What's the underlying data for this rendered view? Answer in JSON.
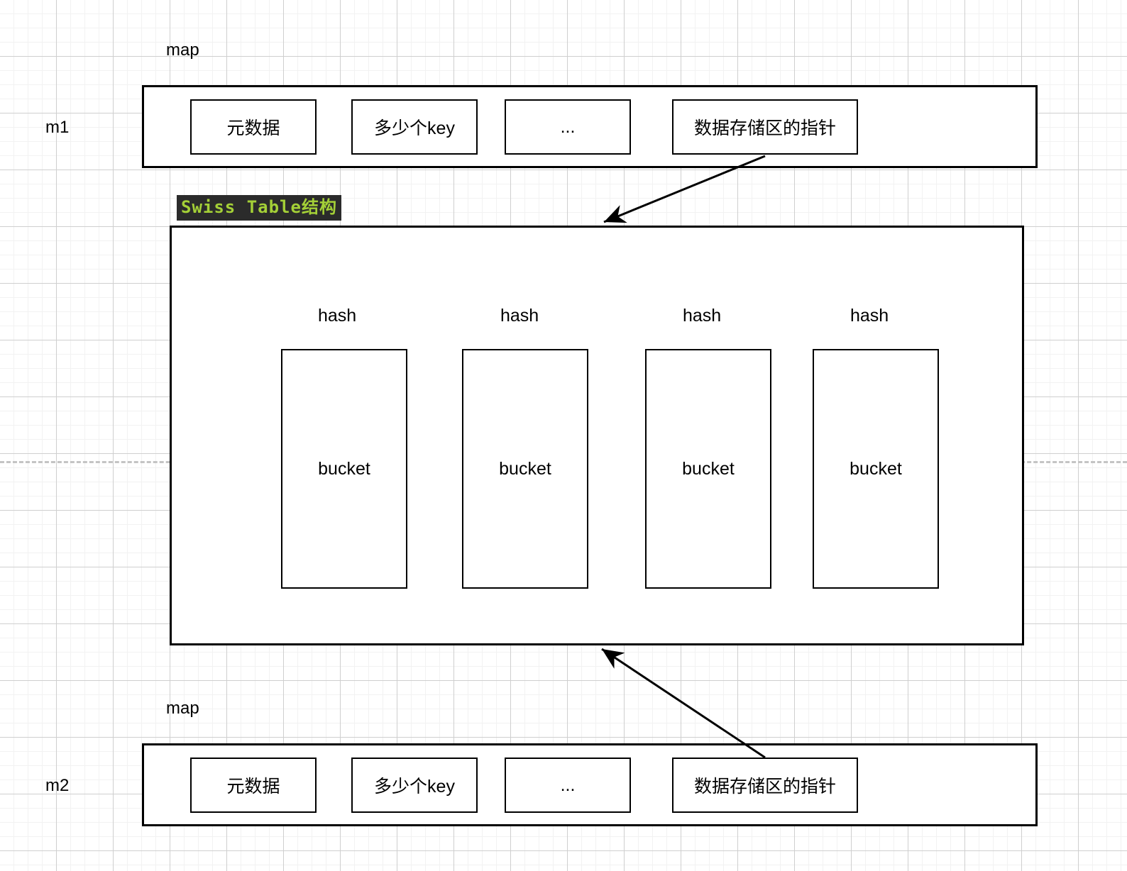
{
  "diagram": {
    "title_tag": "Swiss Table结构",
    "maps": [
      {
        "id": "m1",
        "side_label": "m1",
        "map_label": "map",
        "fields": [
          {
            "label": "元数据"
          },
          {
            "label": "多少个key"
          },
          {
            "label": "..."
          },
          {
            "label": "数据存储区的指针"
          }
        ]
      },
      {
        "id": "m2",
        "side_label": "m2",
        "map_label": "map",
        "fields": [
          {
            "label": "元数据"
          },
          {
            "label": "多少个key"
          },
          {
            "label": "..."
          },
          {
            "label": "数据存储区的指针"
          }
        ]
      }
    ],
    "swiss_table": {
      "buckets": [
        {
          "hash_label": "hash",
          "bucket_label": "bucket"
        },
        {
          "hash_label": "hash",
          "bucket_label": "bucket"
        },
        {
          "hash_label": "hash",
          "bucket_label": "bucket"
        },
        {
          "hash_label": "hash",
          "bucket_label": "bucket"
        }
      ]
    },
    "colors": {
      "stroke": "#000000",
      "background": "#ffffff",
      "grid_minor": "#f2f2f2",
      "grid_major": "#cfcfcf",
      "tag_background": "#2b2b2b",
      "tag_text": "#a4d037",
      "guide_dash": "#c4c4c4"
    }
  }
}
